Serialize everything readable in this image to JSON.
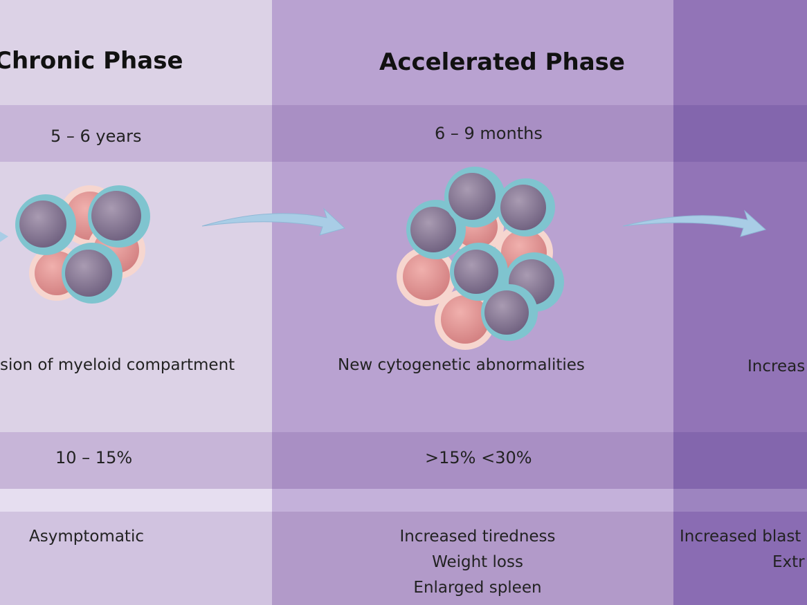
{
  "phases": [
    {
      "title": "Chronic Phase",
      "duration": "5 – 6 years",
      "description": "sion of myeloid compartment",
      "blasts": "10 – 15%",
      "symptoms": [
        "Asymptomatic"
      ]
    },
    {
      "title": "Accelerated Phase",
      "duration": "6 – 9 months",
      "description": "New cytogenetic abnormalities",
      "blasts": ">15% <30%",
      "symptoms": [
        "Increased tiredness",
        "Weight loss",
        "Enlarged spleen"
      ]
    },
    {
      "title": "",
      "duration": "",
      "description": "Increas",
      "blasts": "",
      "symptoms": [
        "Increased blast",
        "Extr"
      ]
    }
  ],
  "colors": {
    "phase1": "#dcd2e6",
    "phase2": "#b9a2d1",
    "phase3": "#9274b7",
    "arrow": "#a9cde6",
    "cell_teal": "#7fc4cf",
    "cell_pink": "#e79a98",
    "nucleus": "#8a7a96"
  },
  "icons": [
    "cell-cluster-icon",
    "progression-arrow-icon"
  ]
}
